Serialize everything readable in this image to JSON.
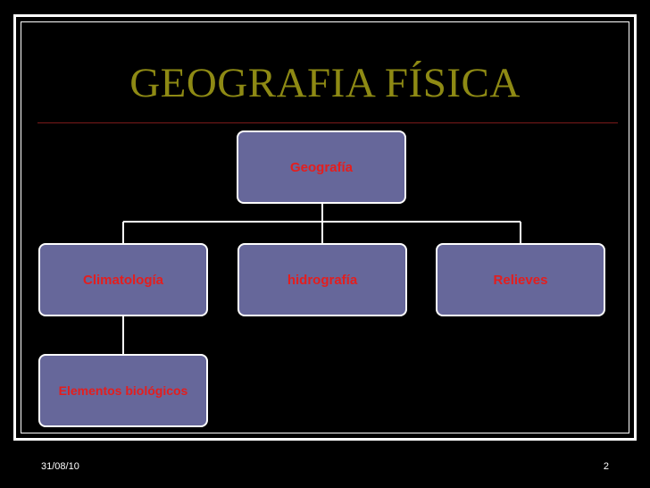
{
  "slide": {
    "title": "GEOGRAFIA FÍSICA",
    "footer_date": "31/08/10",
    "page_number": "2"
  },
  "diagram": {
    "type": "hierarchy",
    "root": "Geografía",
    "level1": [
      "Climatología",
      "hidrografía",
      "Relieves"
    ],
    "level2": [
      "Elementos biológicos"
    ],
    "colors": {
      "background": "#000000",
      "title": "#8e8a14",
      "node_fill": "#66679a",
      "node_text": "#e41e1e",
      "node_border": "#ffffff",
      "connector": "#ffffff",
      "title_rule": "#7a1a1a"
    }
  }
}
